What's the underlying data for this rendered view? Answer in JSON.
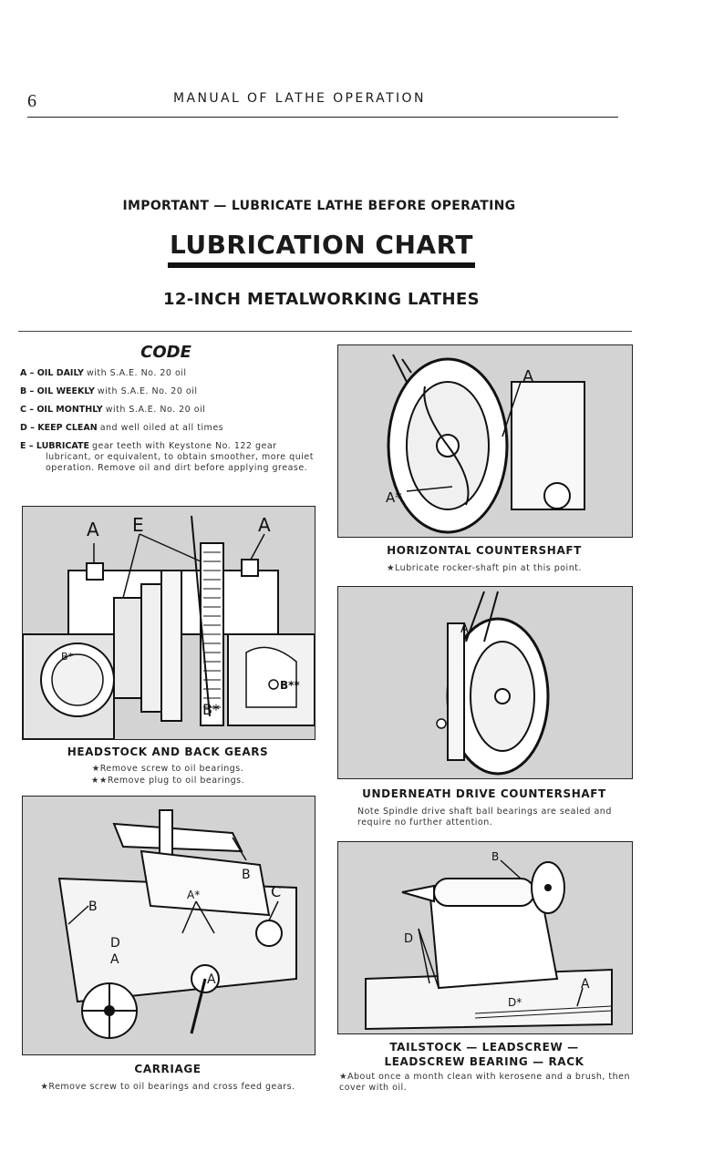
{
  "header": {
    "page_number": "6",
    "running_title": "MANUAL OF LATHE OPERATION"
  },
  "title_block": {
    "important": "IMPORTANT — LUBRICATE LATHE BEFORE OPERATING",
    "main": "LUBRICATION CHART",
    "subtitle": "12-INCH METALWORKING LATHES"
  },
  "code": {
    "title": "CODE",
    "items": [
      {
        "key": "A – OIL DAILY",
        "text": "with S.A.E. No. 20 oil"
      },
      {
        "key": "B – OIL WEEKLY",
        "text": "with S.A.E. No. 20 oil"
      },
      {
        "key": "C – OIL MONTHLY",
        "text": "with S.A.E. No. 20 oil"
      },
      {
        "key": "D – KEEP CLEAN",
        "text": "and well oiled at all times"
      },
      {
        "key": "E – LUBRICATE",
        "text": "gear teeth with Keystone No. 122 gear lubricant, or equivalent, to obtain smoother, more quiet operation. Remove oil and dirt before applying grease."
      }
    ]
  },
  "figures": {
    "headstock": {
      "caption": "HEADSTOCK AND BACK GEARS",
      "notes": [
        "★Remove screw to oil bearings.",
        "★★Remove plug to oil bearings."
      ],
      "labels": {
        "a_left": "A",
        "e": "E",
        "a_right": "A",
        "b_star_left": "B*",
        "b_star_bottom": "B*",
        "b_double_star": "B**"
      }
    },
    "carriage": {
      "caption": "CARRIAGE",
      "note": "★Remove screw to oil bearings and cross feed gears.",
      "labels": {
        "b_top": "B",
        "b_left": "B",
        "a_star": "A*",
        "c": "C",
        "d": "D",
        "a_left": "A",
        "a_bottom": "A"
      }
    },
    "horizontal_countershaft": {
      "caption": "HORIZONTAL COUNTERSHAFT",
      "note": "★Lubricate rocker-shaft pin at this point.",
      "labels": {
        "a": "A",
        "a_star": "A*"
      }
    },
    "underneath_drive": {
      "caption": "UNDERNEATH DRIVE COUNTERSHAFT",
      "note": "Note Spindle drive shaft ball bearings are sealed and require no further attention.",
      "labels": {
        "a": "A"
      }
    },
    "tailstock": {
      "caption_line1": "TAILSTOCK — LEADSCREW —",
      "caption_line2": "LEADSCREW BEARING — RACK",
      "note": "★About once a month clean with kerosene and a brush, then cover with oil.",
      "labels": {
        "b": "B",
        "d": "D",
        "d_star": "D*",
        "a": "A"
      }
    }
  },
  "colors": {
    "ink": "#1a1a1a",
    "photo_gray": "#d3d3d3"
  }
}
